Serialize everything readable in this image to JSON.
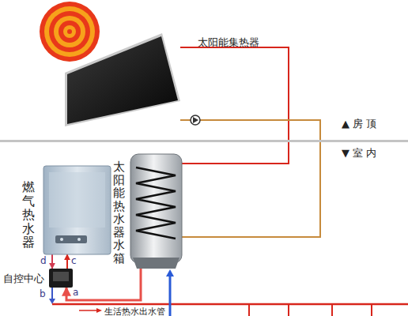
{
  "diagram": {
    "nodes": [
      {
        "text": [
          "太阳能集热器"
        ]
      },
      {
        "text": [
          "燃气热水器"
        ]
      },
      {
        "text": [
          "太阳能热水器水箱"
        ]
      },
      {
        "text": [
          "自控中心"
        ]
      }
    ],
    "edges": [
      {
        "from": 0,
        "to": 2,
        "arrow": "none"
      },
      {
        "from": 0,
        "to": 2,
        "arrow": "none"
      },
      {
        "from": 2,
        "to": 3,
        "arrow": "to"
      },
      {
        "from": 1,
        "to": 3,
        "arrow": "to",
        "label": "d"
      },
      {
        "from": 3,
        "to": 1,
        "arrow": "to",
        "label": "c"
      }
    ],
    "labels": [
      "▲ 房 顶",
      "▼ 室 内",
      "b",
      "a",
      "生活热水出水管"
    ]
  }
}
